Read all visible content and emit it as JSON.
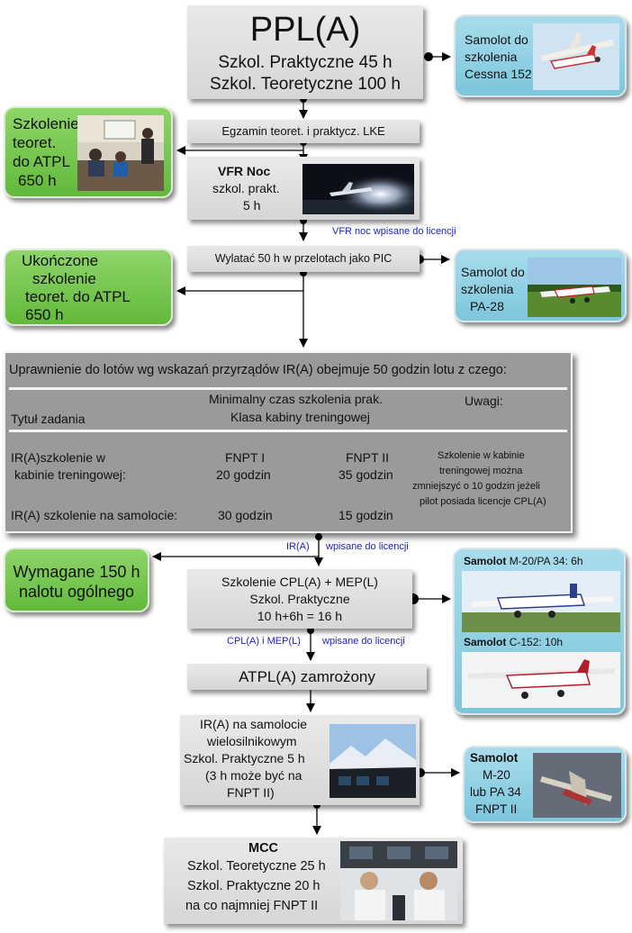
{
  "ppl": {
    "title": "PPL(A)",
    "line1": "Szkol. Praktyczne  45 h",
    "line2": "Szkol. Teoretyczne  100 h"
  },
  "cessna_box": {
    "line1": "Samolot do",
    "line2": "szkolenia",
    "line3": "Cessna 152"
  },
  "atpl_theory_1": {
    "line1": "Szkolenie",
    "line2": "teoret.",
    "line3": "do ATPL",
    "line4": "650 h"
  },
  "exam": {
    "text": "Egzamin teoret.  i praktycz.   LKE"
  },
  "vfr_night": {
    "title": "VFR  Noc",
    "line1": "szkol. prakt.",
    "line2": "5 h"
  },
  "note_vfr": "VFR  noc  wpisane do licencji",
  "cross_country": {
    "text": "Wylatać 50 h w przelotach jako PIC"
  },
  "pa28_box": {
    "line1": "Samolot do",
    "line2": "szkolenia",
    "line3": "PA-28"
  },
  "atpl_theory_2": {
    "line1": "Ukończone",
    "line2": "szkolenie",
    "line3": "teoret. do ATPL",
    "line4": "650 h"
  },
  "ir_table": {
    "heading": "Uprawnienie  do lotów wg wskazań przyrządów IR(A) obejmuje 50 godzin lotu z czego:",
    "col_min": "Minimalny czas szkolenia prak.",
    "col_class": "Klasa kabiny treningowej",
    "col_notes": "Uwagi:",
    "col_task": "Tytuł zadania",
    "row1_task_a": "IR(A)szkolenie w",
    "row1_task_b": "kabinie treningowej:",
    "fnpt1": "FNPT I",
    "fnpt1_hours": "20 godzin",
    "fnpt2": "FNPT II",
    "fnpt2_hours": "35 godzin",
    "note1": "Szkolenie w kabinie",
    "note2": "treningowej  można",
    "note3": "zmniejszyć  o 10 godzin jeżeli",
    "note4": "pilot posiada licencje CPL(A)",
    "row2_task": "IR(A) szkolenie na samolocie:",
    "row2_a": "30 godzin",
    "row2_b": "15 godzin"
  },
  "note_ir_a": "IR(A)",
  "note_ir_b": "wpisane do licencji",
  "total_flight": {
    "line1": "Wymagane 150 h",
    "line2": "nalotu ogólnego"
  },
  "cpl_mep": {
    "line1": "Szkolenie CPL(A) + MEP(L)",
    "line2": "Szkol. Praktyczne",
    "line3": "10 h+6h = 16 h"
  },
  "aircraft_cpl": {
    "label1_bold": "Samolot",
    "label1_rest": "M-20/PA 34: 6h",
    "label2_bold": "Samolot",
    "label2_rest": "C-152: 10h"
  },
  "note_cpl_a": "CPL(A) i MEP(L)",
  "note_cpl_b": "wpisane do licencji",
  "atpl_frozen": {
    "text": "ATPL(A) zamrożony"
  },
  "ir_multi": {
    "line1": "IR(A) na samolocie",
    "line2": "wielosilnikowym",
    "line3": "Szkol. Praktyczne   5 h",
    "line4": "(3 h może być na",
    "line5": "FNPT II)"
  },
  "m20_box": {
    "line1": "Samolot",
    "line2": "M-20",
    "line3": "lub PA 34",
    "line4": "FNPT II"
  },
  "mcc": {
    "title": "MCC",
    "line1": "Szkol. Teoretyczne  25 h",
    "line2": "Szkol. Praktyczne  20 h",
    "line3": "na co najmniej  FNPT II"
  },
  "colors": {
    "gray_box": "#dcdcdc",
    "green_box": "#6fc44a",
    "blue_box": "#86cce0",
    "note_text": "#1c1cc8",
    "ir_box": "#9a9a9a"
  }
}
